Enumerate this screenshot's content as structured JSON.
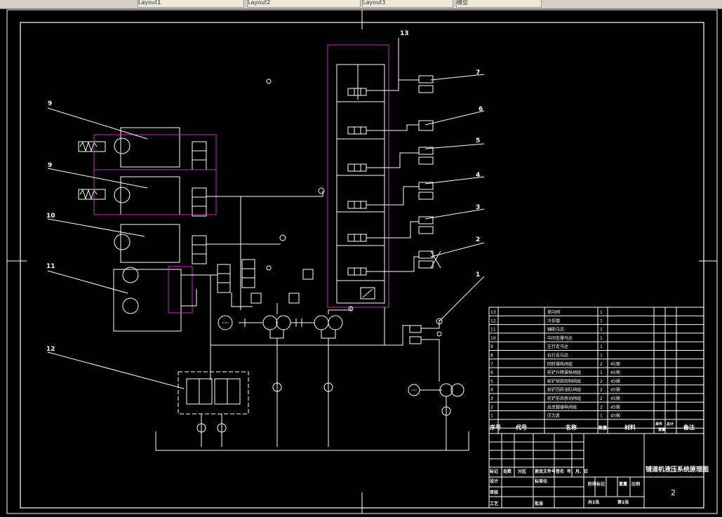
{
  "tabbar": {
    "tabs": [
      "Layout1",
      "Layout2",
      "Layout3",
      "模型"
    ]
  },
  "callouts": [
    "13",
    "7",
    "6",
    "5",
    "4",
    "3",
    "2",
    "1",
    "9",
    "9",
    "10",
    "11",
    "12"
  ],
  "parts_table": {
    "headers": [
      "序号",
      "代号",
      "名称",
      "数量",
      "材料",
      "单件",
      "总计",
      "重量",
      "备注"
    ],
    "rows": [
      [
        "13",
        "单向阀",
        "1"
      ],
      [
        "12",
        "冷却器",
        "1"
      ],
      [
        "11",
        "辅助马达",
        "1"
      ],
      [
        "10",
        "中间支撑马达",
        "1"
      ],
      [
        "9",
        "左行走马达",
        "1"
      ],
      [
        "8",
        "右行走马达",
        "1"
      ],
      [
        "7",
        "回转操纵阀组",
        "2"
      ],
      [
        "6",
        "前铲升降操纵阀组",
        "1"
      ],
      [
        "5",
        "前铲倾斜控制阀组",
        "2"
      ],
      [
        "4",
        "前铲回转油缸阀组",
        "2"
      ],
      [
        "3",
        "前铲前后移动阀组",
        "2"
      ],
      [
        "2",
        "后支腿操纵阀组",
        "2"
      ],
      [
        "1",
        "压力表",
        "1"
      ]
    ],
    "material_marks": [
      "45钢",
      "45钢",
      "45钢",
      "45钢",
      "45钢",
      "45钢",
      "45钢"
    ]
  },
  "title_block": {
    "drawing_title": "铺道机液压系统原理图",
    "sheet_number": "2",
    "labels": [
      "标记",
      "处数",
      "分区",
      "更改文件号",
      "签名",
      "年、月、日",
      "设计",
      "标准化",
      "审核",
      "工艺",
      "批准",
      "阶段标记",
      "重量",
      "比例",
      "共1张",
      "第1张"
    ]
  }
}
